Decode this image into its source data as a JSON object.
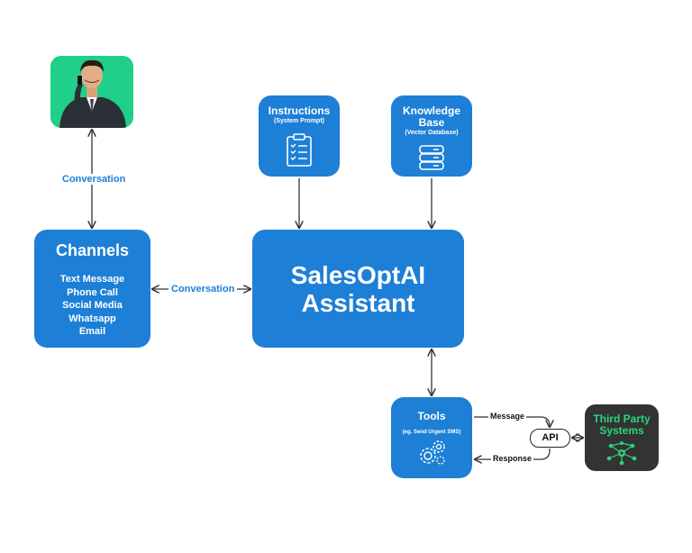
{
  "photo": {
    "icon": "person-on-phone-icon",
    "bg": "#1fcf8a"
  },
  "channels": {
    "title": "Channels",
    "items": [
      "Text Message",
      "Phone Call",
      "Social Media",
      "Whatsapp",
      "Email"
    ]
  },
  "edges": {
    "photo_channels": "Conversation",
    "channels_assistant": "Conversation",
    "tools_api_message": "Message",
    "api_tools_response": "Response"
  },
  "assistant": {
    "line1": "SalesOptAI",
    "line2": "Assistant"
  },
  "instructions": {
    "title": "Instructions",
    "subtitle": "(System Prompt)",
    "icon": "checklist-icon"
  },
  "knowledge_base": {
    "title_line1": "Knowledge",
    "title_line2": "Base",
    "subtitle": "(Vector Database)",
    "icon": "database-icon"
  },
  "tools": {
    "title": "Tools",
    "subtitle": "(eg. Send Urgent SMS)",
    "icon": "gears-icon"
  },
  "api": {
    "label": "API"
  },
  "third_party": {
    "line1": "Third Party",
    "line2": "Systems",
    "icon": "network-icon"
  },
  "colors": {
    "box": "#1d7fd6",
    "dark": "#333333",
    "accent_green": "#2bd47e",
    "photo_bg": "#1fcf8a"
  }
}
